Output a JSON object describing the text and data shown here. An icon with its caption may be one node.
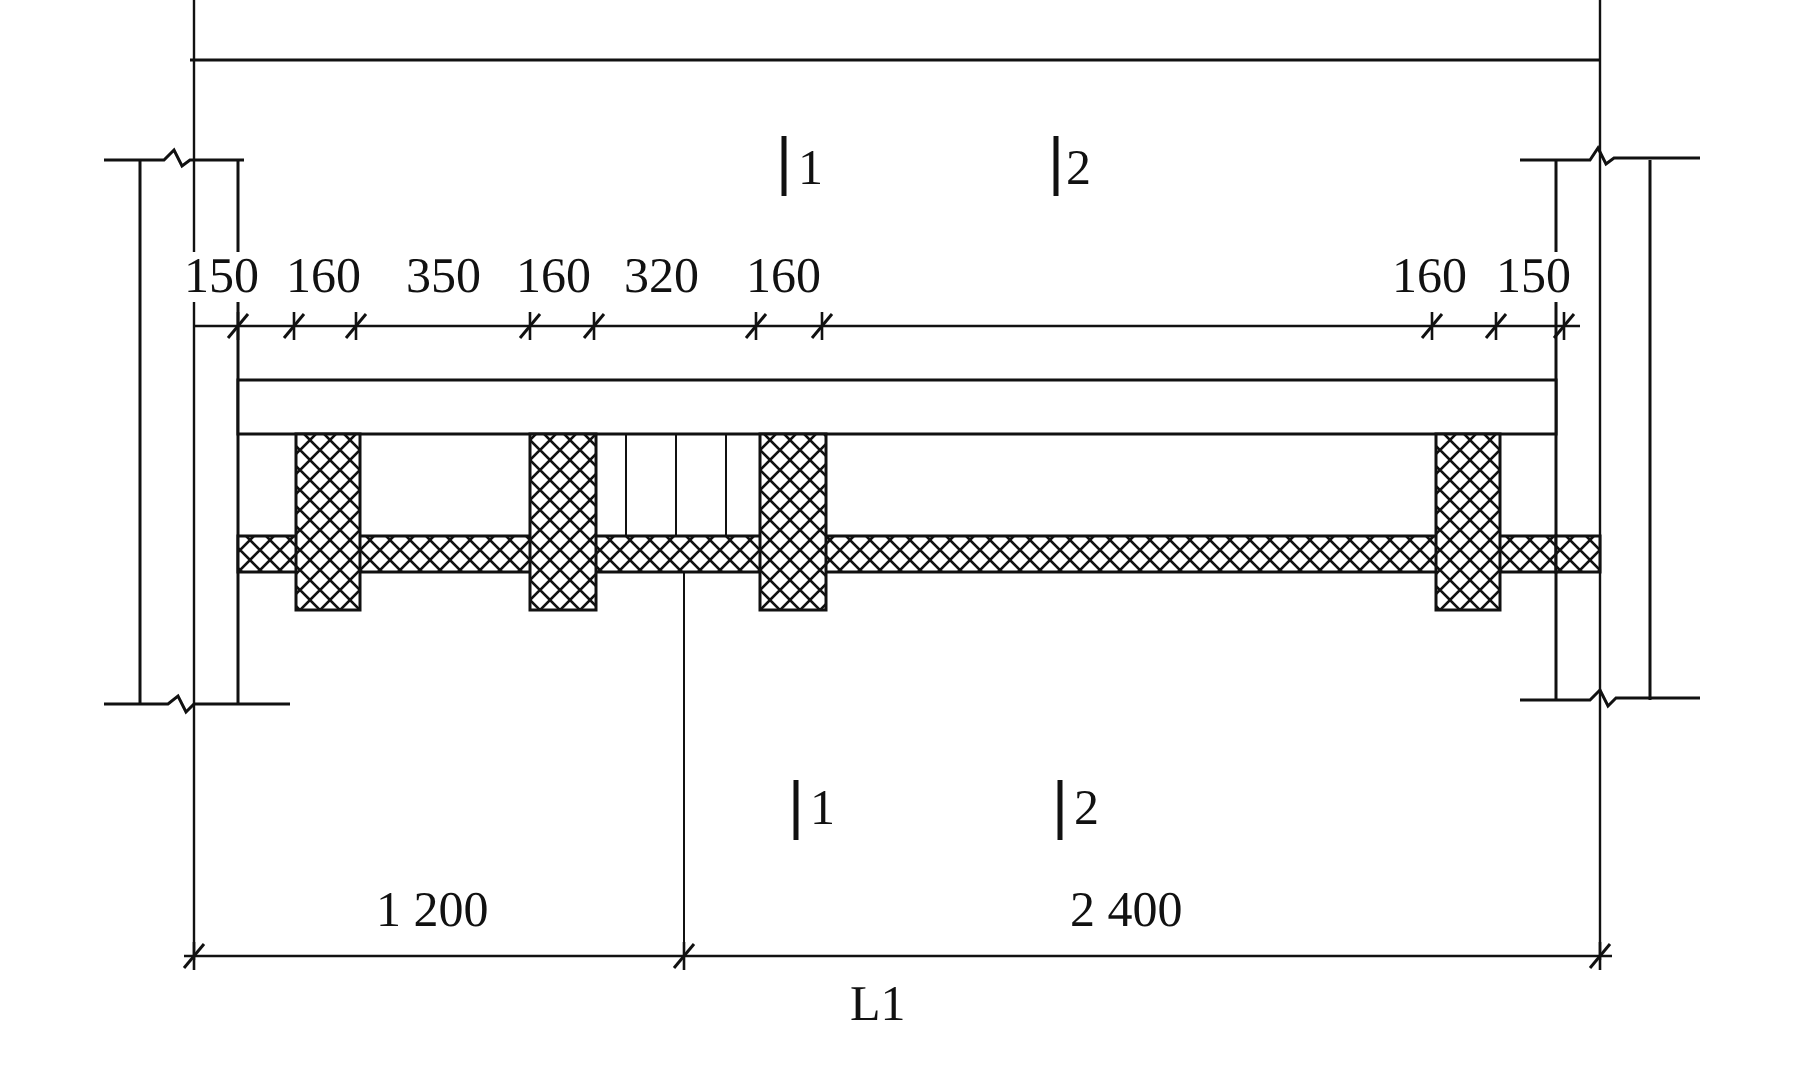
{
  "diagram": {
    "labels": [
      "1",
      "2",
      "150",
      "160",
      "350",
      "160",
      "320",
      "160",
      "160",
      "150",
      "1",
      "2",
      "1 200",
      "2 400",
      "L1"
    ]
  }
}
